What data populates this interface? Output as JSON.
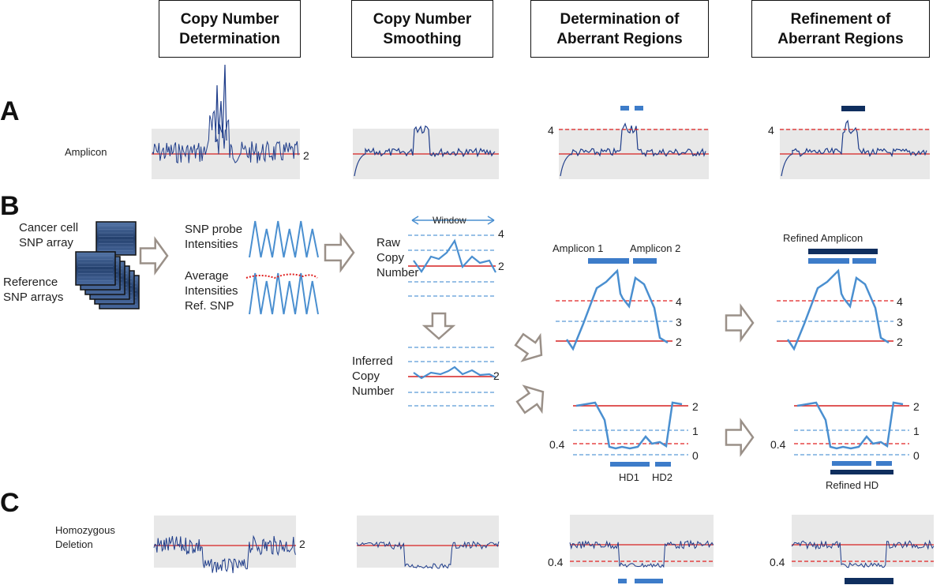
{
  "headers": [
    {
      "title": "Copy Number\nDetermination"
    },
    {
      "title": "Copy Number\nSmoothing"
    },
    {
      "title": "Determination of\nAberrant Regions"
    },
    {
      "title": "Refinement of\nAberrant Regions"
    }
  ],
  "sections": {
    "a": "A",
    "b": "B",
    "c": "C"
  },
  "row_a": {
    "label": "Amplicon",
    "cn2": "2",
    "cn4": "4"
  },
  "row_b": {
    "cancer_label": "Cancer cell\nSNP array",
    "ref_label": "Reference\nSNP arrays",
    "snp_probe_label": "SNP probe\nIntensities",
    "avg_label": "Average\nIntensities\nRef. SNP",
    "window_label": "Window",
    "raw_label": "Raw\nCopy\nNumber",
    "inferred_label": "Inferred\nCopy\nNumber",
    "raw_cn4": "4",
    "raw_cn2": "2",
    "inf_cn2": "2",
    "amplicon1": "Amplicon 1",
    "amplicon2": "Amplicon 2",
    "refined_amplicon": "Refined Amplicon",
    "amp_ticks": [
      "4",
      "3",
      "2"
    ],
    "hd_ticks": [
      "2",
      "1",
      "0"
    ],
    "hd_threshold": "0.4",
    "hd1": "HD1",
    "hd2": "HD2",
    "refined_hd": "Refined HD"
  },
  "row_c": {
    "label": "Homozygous\nDeletion",
    "cn2": "2",
    "threshold": "0.4"
  },
  "colors": {
    "signal_dark": "#1f3d8a",
    "signal_light": "#4a8fd0",
    "bar_light": "#3d7cc9",
    "bar_dark": "#0f2e5e",
    "threshold_red": "#e02020",
    "baseline_red": "#d62020",
    "dashed_blue": "#5a9ad6",
    "panel_bg": "#e8e8e8",
    "arrow_gray": "#9a9088"
  }
}
